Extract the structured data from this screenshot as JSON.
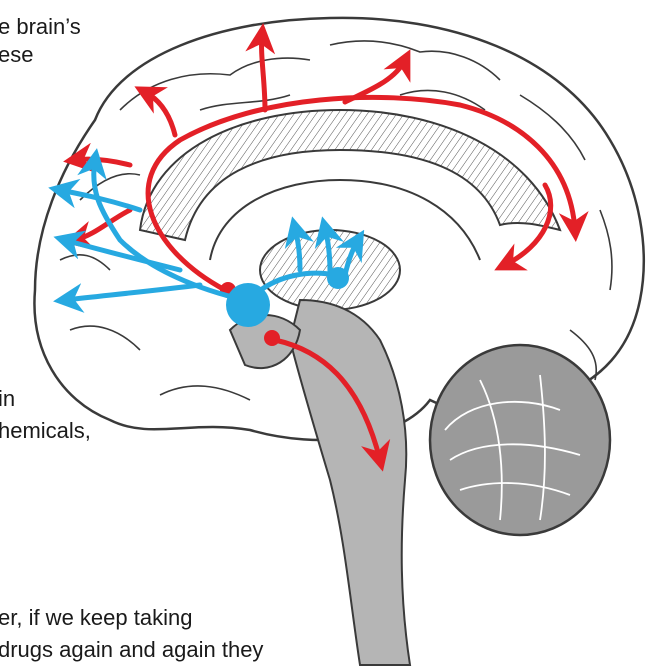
{
  "text_fragments": {
    "line_1": "e brain’s",
    "line_2": "ese",
    "line_3": "in",
    "line_4": "hemicals,",
    "line_5": "er, if we keep taking",
    "line_6": "drugs again and again they"
  },
  "pathway_colors": {
    "red": "#e32027",
    "blue": "#27a9e1"
  },
  "brain_colors": {
    "outline": "#3a3a3a",
    "stem_fill": "#b5b5b5",
    "cerebellum_fill": "#9a9a9a"
  }
}
